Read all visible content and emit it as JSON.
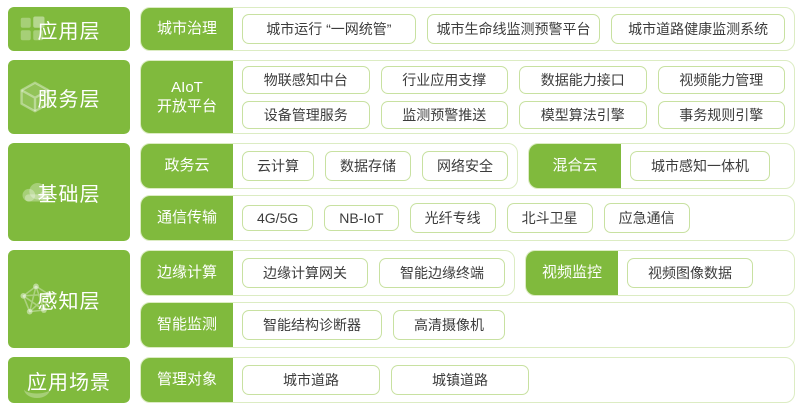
{
  "colors": {
    "accent_green": "#80ba3d",
    "capsule_border": "#dcecc3",
    "item_border": "#c8e1a1",
    "item_text": "#3c3c3c"
  },
  "left_layers": [
    {
      "label": "应用层",
      "icon": "app-grid-icon"
    },
    {
      "label": "服务层",
      "icon": "cube-icon"
    },
    {
      "label": "基础层",
      "icon": "cloud-icon"
    },
    {
      "label": "感知层",
      "icon": "network-icon"
    },
    {
      "label": "应用场景",
      "icon": "arc-icon"
    }
  ],
  "rows": {
    "city_governance": {
      "label": "城市治理",
      "items": [
        "城市运行 “一网统管”",
        "城市生命线监测预警平台",
        "城市道路健康监测系统"
      ]
    },
    "aiot": {
      "label_line1": "AIoT",
      "label_line2": "开放平台",
      "row1": [
        "物联感知中台",
        "行业应用支撑",
        "数据能力接口",
        "视频能力管理"
      ],
      "row2": [
        "设备管理服务",
        "监测预警推送",
        "模型算法引擎",
        "事务规则引擎"
      ]
    },
    "gov_cloud": {
      "label": "政务云",
      "items": [
        "云计算",
        "数据存储",
        "网络安全"
      ]
    },
    "hybrid_cloud": {
      "label": "混合云",
      "items": [
        "城市感知一体机"
      ]
    },
    "comm": {
      "label": "通信传输",
      "items": [
        "4G/5G",
        "NB-IoT",
        "光纤专线",
        "北斗卫星",
        "应急通信"
      ]
    },
    "edge": {
      "label": "边缘计算",
      "items": [
        "边缘计算网关",
        "智能边缘终端"
      ]
    },
    "video": {
      "label": "视频监控",
      "items": [
        "视频图像数据"
      ]
    },
    "smart_monitor": {
      "label": "智能监测",
      "items": [
        "智能结构诊断器",
        "高清摄像机"
      ]
    },
    "manage_obj": {
      "label": "管理对象",
      "items": [
        "城市道路",
        "城镇道路"
      ]
    }
  }
}
